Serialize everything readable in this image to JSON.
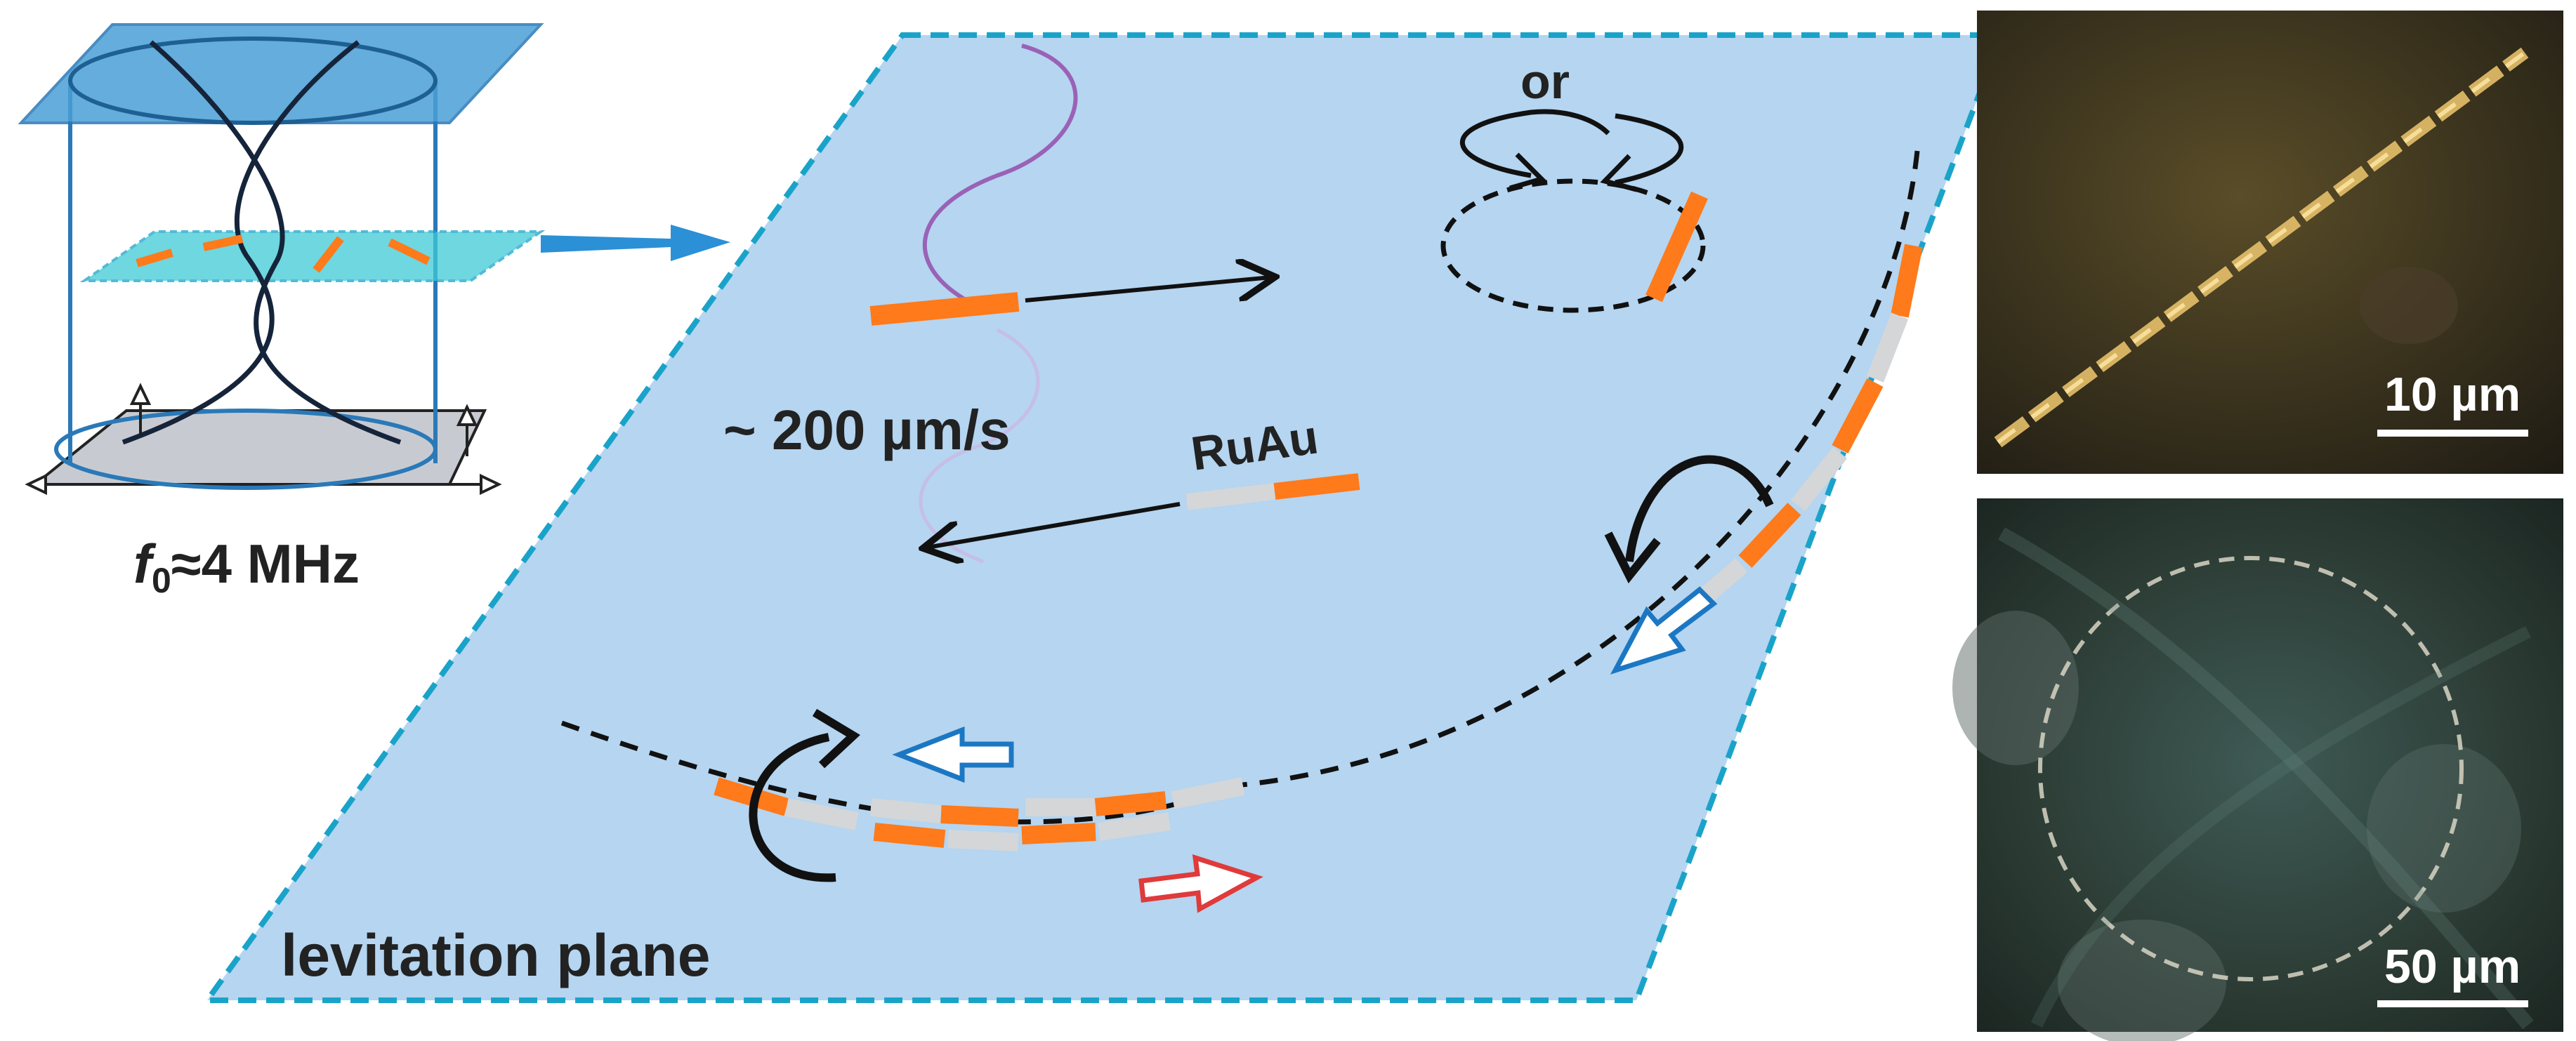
{
  "diagram": {
    "frequency_label": {
      "main": "f",
      "sub": "0",
      "rest": "≈4 MHz"
    },
    "speed_label": "~ 200 µm/s",
    "material_label": "RuAu",
    "or_label": "or",
    "plane_label": "levitation plane",
    "micrographs": [
      {
        "scale_label": "10 µm"
      },
      {
        "scale_label": "50 µm"
      }
    ]
  },
  "colors": {
    "plane_fill": "#b5d5f0",
    "plane_border": "#1aa3c9",
    "rod_orange": "#ff7a1a",
    "rod_silver": "#d4d6d8",
    "arrow_blue": "#1c77c3",
    "arrow_red": "#e03a3a",
    "wave_purple": "#9a62b6",
    "chamber_blue": "#4a9fd6",
    "micrograph_top": "#2e2a1c",
    "micrograph_bottom": "#324740"
  }
}
